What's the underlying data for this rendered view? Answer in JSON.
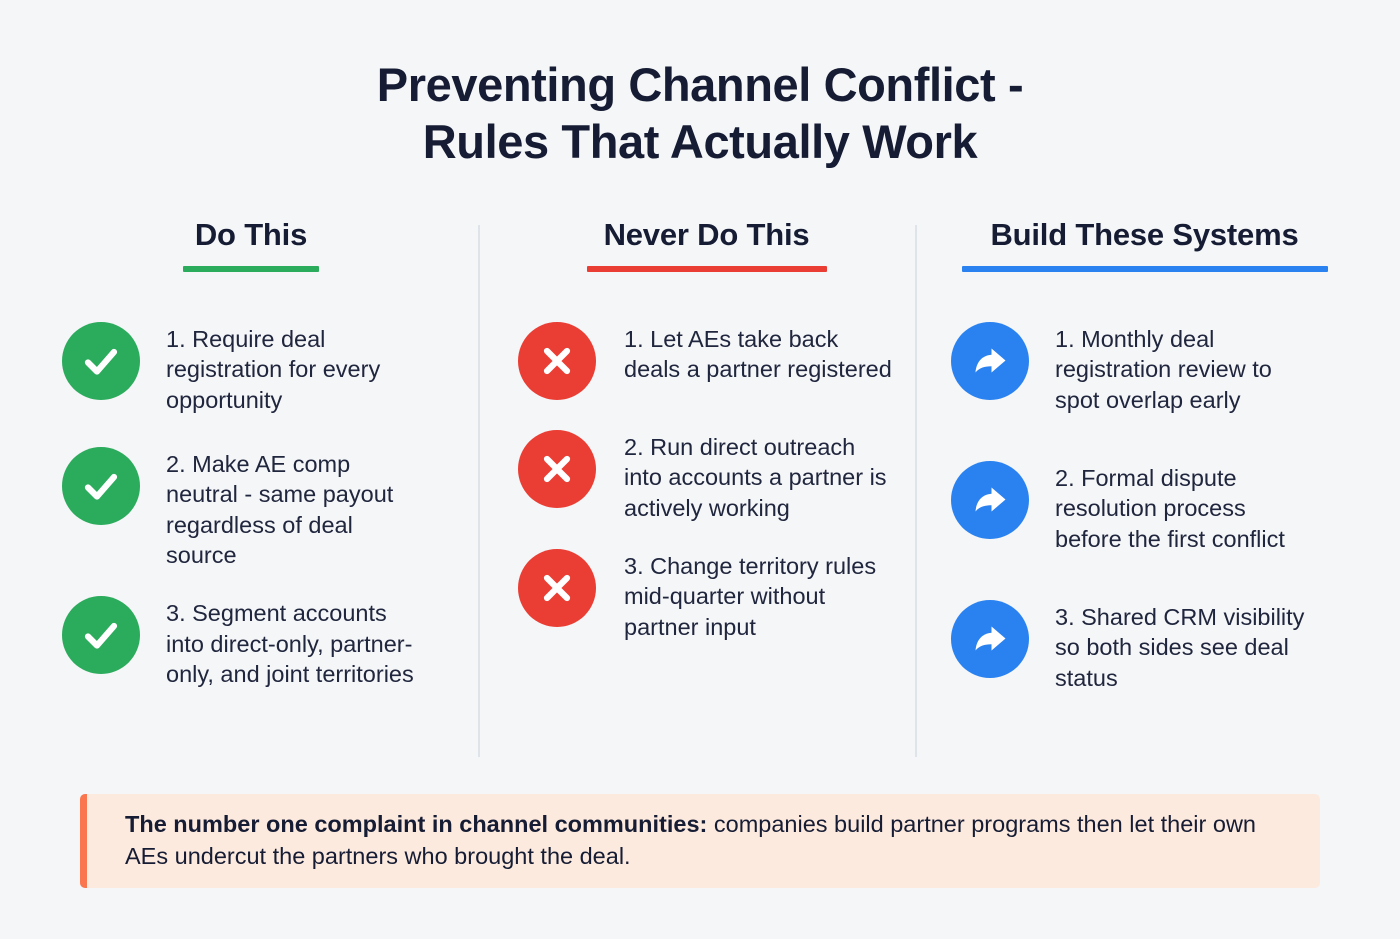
{
  "title": {
    "line1": "Preventing Channel Conflict -",
    "line2": "Rules That Actually Work"
  },
  "colors": {
    "background": "#f5f6f8",
    "text": "#151c33",
    "green": "#2bab5c",
    "red": "#ea3d33",
    "blue": "#2a82f0",
    "callout_background": "#fdeadf",
    "callout_accent": "#f9764f",
    "divider": "#dfe3ea"
  },
  "columns": [
    {
      "heading": "Do This",
      "accent": "#2bab5c",
      "icon": "check-icon",
      "items": [
        "1. Require deal registration for every opportunity",
        "2. Make AE comp neutral - same payout regardless of deal source",
        "3. Segment accounts into direct-only, partner-only, and joint territories"
      ]
    },
    {
      "heading": "Never Do This",
      "accent": "#ea3d33",
      "icon": "cross-icon",
      "items": [
        "1. Let AEs take back deals a partner registered",
        "2. Run direct outreach into accounts a partner is actively working",
        "3. Change territory rules mid-quarter without partner input"
      ]
    },
    {
      "heading": "Build These Systems",
      "accent": "#2a82f0",
      "icon": "forward-arrow-icon",
      "items": [
        "1. Monthly deal registration review to spot overlap early",
        "2. Formal dispute resolution process before the first conflict",
        "3. Shared CRM visibility so both sides see deal status"
      ]
    }
  ],
  "callout": {
    "lead": "The number one complaint in channel communities:",
    "rest": " companies build partner programs then let their own AEs undercut the partners who brought the deal."
  }
}
